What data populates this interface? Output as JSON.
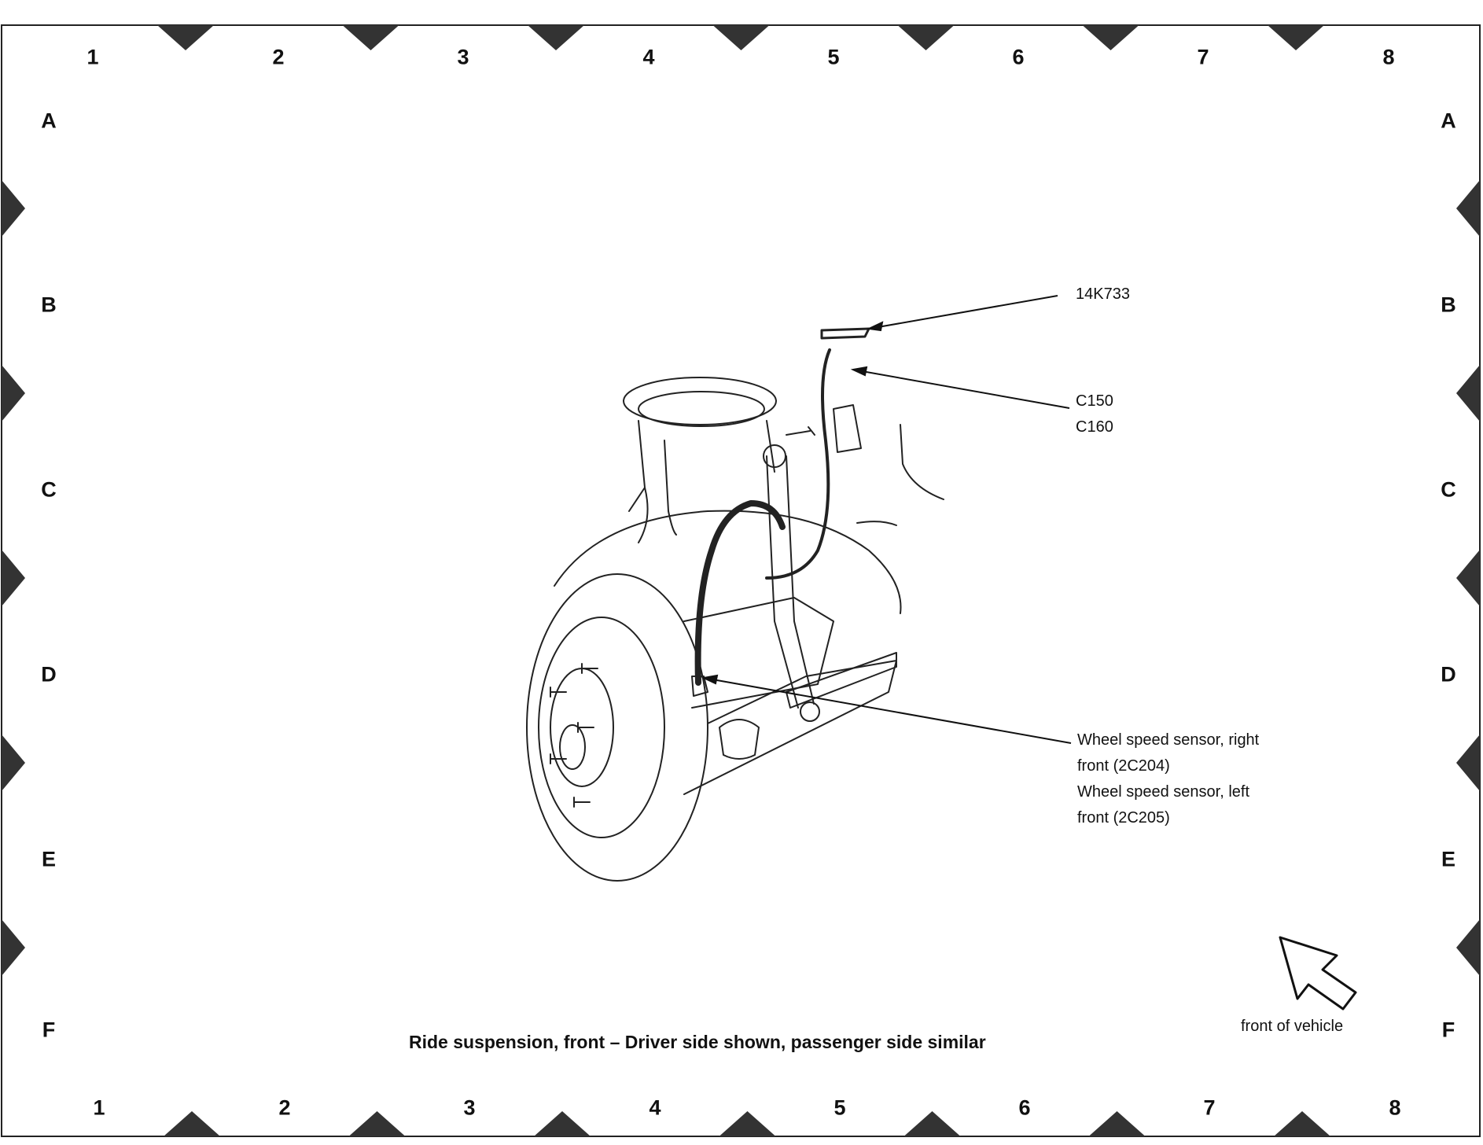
{
  "grid": {
    "columns": [
      "1",
      "2",
      "3",
      "4",
      "5",
      "6",
      "7",
      "8"
    ],
    "rows": [
      "A",
      "B",
      "C",
      "D",
      "E",
      "F"
    ]
  },
  "callouts": [
    {
      "id": "14k733",
      "lines": [
        "14K733"
      ]
    },
    {
      "id": "connectors",
      "lines": [
        "C150",
        "C160"
      ]
    },
    {
      "id": "wheel-speed-sensor",
      "lines": [
        "Wheel speed sensor, right",
        "front (2C204)",
        "Wheel speed sensor, left",
        "front (2C205)"
      ]
    }
  ],
  "caption": "Ride suspension, front – Driver side shown, passenger side similar",
  "front_of_vehicle": {
    "label": "front of vehicle",
    "icon": "direction-arrow-icon"
  }
}
